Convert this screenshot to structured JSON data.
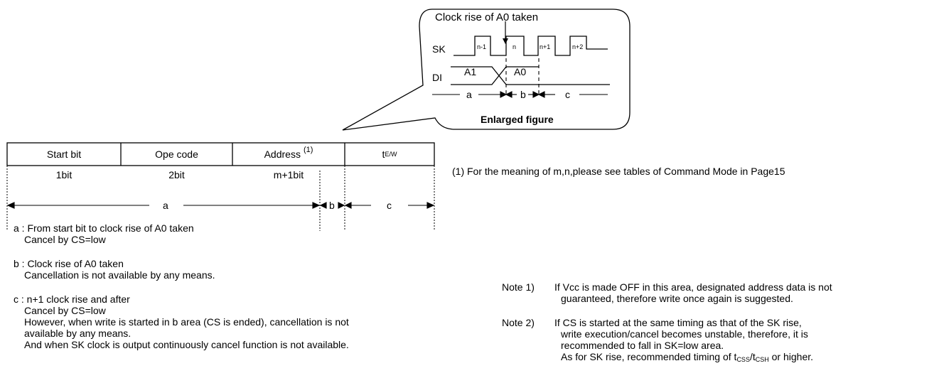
{
  "enlarged": {
    "callout_label": "Clock rise of A0 taken",
    "sk_label": "SK",
    "di_label": "DI",
    "pulses": [
      "n-1",
      "n",
      "n+1",
      "n+2"
    ],
    "di_values": [
      "A1",
      "A0"
    ],
    "spans": [
      "a",
      "b",
      "c"
    ],
    "caption": "Enlarged figure"
  },
  "frame": {
    "fields": [
      "Start bit",
      "Ope code",
      "Address",
      "t",
      "E/W"
    ],
    "address_note_mark": "(1)",
    "bits": [
      "1bit",
      "2bit",
      "m+1bit"
    ],
    "span_labels": [
      "a",
      "b",
      "c"
    ]
  },
  "footnote": "(1) For the meaning of m,n,please see tables of Command Mode in Page15",
  "descriptions": {
    "a_head": "a : From start bit to clock rise of A0 taken",
    "a_line1": "Cancel by CS=low",
    "b_head": "b : Clock rise of A0 taken",
    "b_line1": "Cancellation is not available by any means.",
    "c_head": "c : n+1 clock rise and after",
    "c_line1": "Cancel by CS=low",
    "c_line2": "However, when write is started in b area (CS is ended), cancellation is not",
    "c_line3": "available by any means.",
    "c_line4": "And when SK clock is output continuously cancel function is not available."
  },
  "notes": {
    "n1_label": "Note 1)",
    "n1_line1": "If Vcc is made OFF in this area, designated address data is not",
    "n1_line2": "guaranteed, therefore write once again is suggested.",
    "n2_label": "Note 2)",
    "n2_line1": "If CS is started at the same timing as that of the SK rise,",
    "n2_line2": "write execution/cancel becomes unstable, therefore, it is",
    "n2_line3": "recommended to fall in SK=low area.",
    "n2_line4_a": "As for SK rise, recommended timing of t",
    "n2_line4_sub1": "CSS",
    "n2_line4_b": "/t",
    "n2_line4_sub2": "CSH",
    "n2_line4_c": " or higher."
  }
}
